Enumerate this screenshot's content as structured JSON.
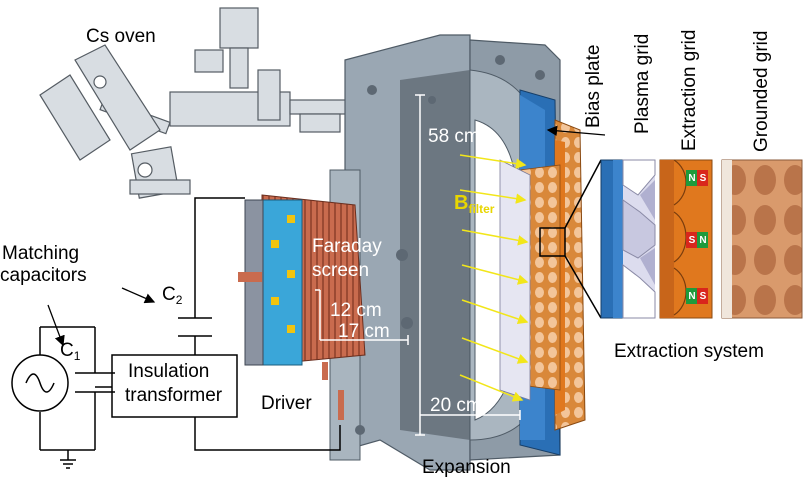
{
  "labels": {
    "cs_oven": "Cs oven",
    "matching_capacitors_line1": "Matching",
    "matching_capacitors_line2": "capacitors",
    "c1_main": "C",
    "c1_sub": "1",
    "c2_main": "C",
    "c2_sub": "2",
    "insulation_line1": "Insulation",
    "insulation_line2": "transformer",
    "faraday_line1": "Faraday",
    "faraday_line2": "screen",
    "driver": "Driver",
    "dim_12": "12 cm",
    "dim_17": "17 cm",
    "dim_58": "58 cm",
    "dim_20": "20 cm",
    "expansion": "Expansion",
    "b_main": "B",
    "b_sub": "filter",
    "bias_plate": "Bias plate",
    "plasma_grid": "Plasma grid",
    "extraction_grid": "Extraction grid",
    "grounded_grid": "Grounded grid",
    "extraction_system": "Extraction system"
  },
  "magnets": [
    {
      "north": "N",
      "south": "S"
    },
    {
      "north": "S",
      "south": "N"
    },
    {
      "north": "N",
      "south": "S"
    }
  ],
  "colors": {
    "vessel_gray": "#9aa7b3",
    "driver_copper": "#c96b4e",
    "bias_blue": "#2a6fb5",
    "extraction_orange": "#e0781e",
    "grounded_tan": "#d99a6c",
    "field_arrow_yellow": "#f2e61a",
    "b_label_yellow": "#e8d600",
    "magnet_green": "#1e9b3c",
    "magnet_red": "#d9261c"
  }
}
